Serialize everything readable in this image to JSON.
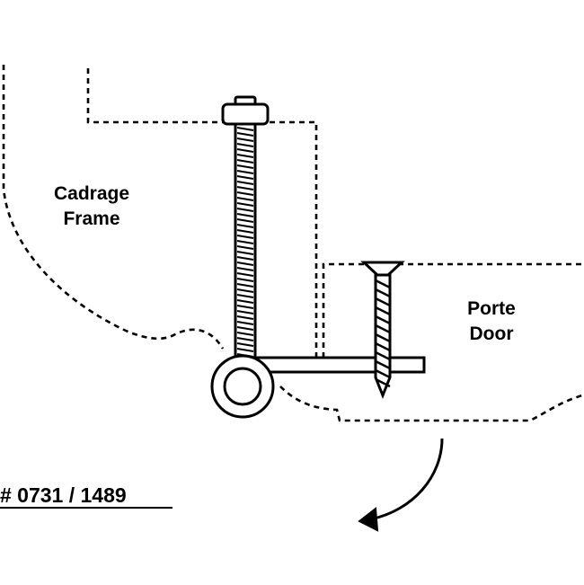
{
  "labels": {
    "frame_fr": "Cadrage",
    "frame_en": "Frame",
    "door_fr": "Porte",
    "door_en": "Door",
    "part_number": "# 0731 / 1489"
  },
  "colors": {
    "line": "#000000",
    "background": "#ffffff"
  }
}
